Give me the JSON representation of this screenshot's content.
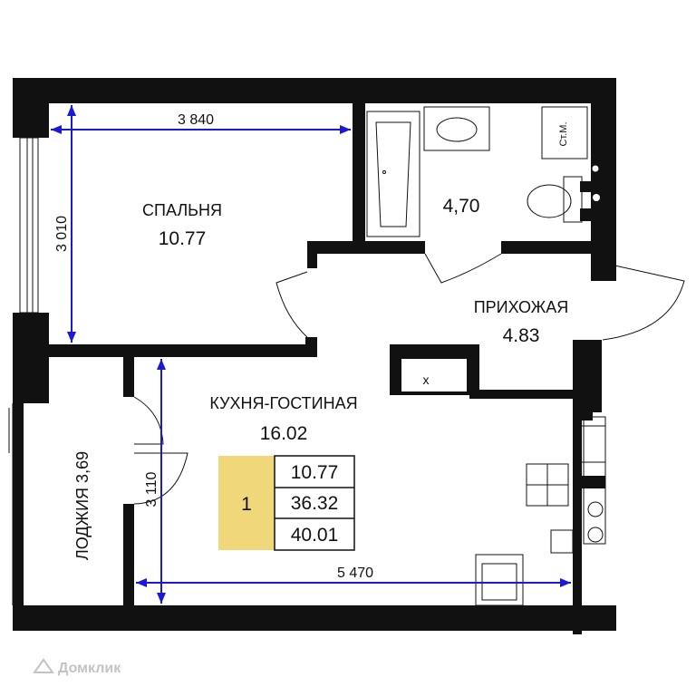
{
  "rooms": {
    "bedroom": {
      "name": "СПАЛЬНЯ",
      "area": "10.77"
    },
    "bathroom": {
      "area": "4,70",
      "washer": "Ст.М."
    },
    "hallway": {
      "name": "ПРИХОЖАЯ",
      "area": "4.83"
    },
    "kitchen": {
      "name": "КУХНЯ-ГОСТИНАЯ",
      "area": "16.02"
    },
    "loggia": {
      "label": "ЛОДЖИЯ 3,69"
    }
  },
  "dimensions": {
    "bedroom_width": "3 840",
    "bedroom_height": "3 010",
    "kitchen_height": "3 110",
    "kitchen_width": "5 470"
  },
  "summary": {
    "rooms_count": "1",
    "living_area": "10.77",
    "total_area": "36.32",
    "area_with_loggia": "40.01"
  },
  "shaft_mark": "x",
  "watermark": "Домклик",
  "colors": {
    "wall": "#111111",
    "dimension": "#1a1ad4",
    "badge": "#f0d77a"
  }
}
